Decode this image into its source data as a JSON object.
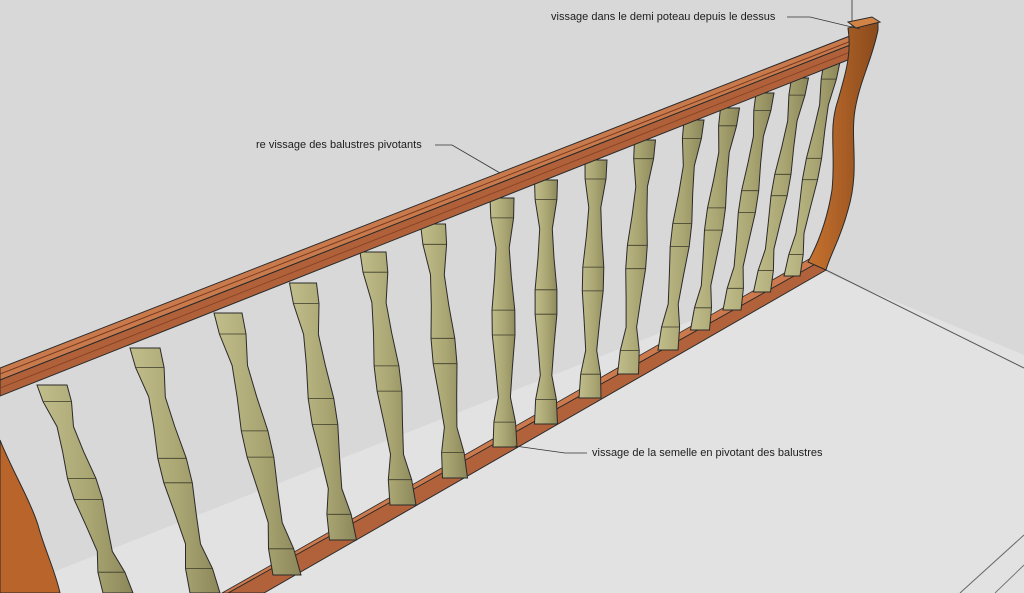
{
  "annotations": {
    "post_screw": "vissage dans le demi poteau depuis le dessus",
    "rail_screw": "re vissage des balustres pivotants",
    "sole_screw": "vissage de la semelle en pivotant des balustres"
  },
  "colors": {
    "background": "#dcdcdc",
    "wall": "#d6d6d6",
    "floor": "#e0e0e0",
    "wood_rail": "#b0613a",
    "wood_rail_top": "#c9764a",
    "wood_rail_dark": "#8a4526",
    "wood_post": "#b8642a",
    "wood_post_dark": "#7c3f16",
    "baluster": "#b1ad7a",
    "baluster_dark": "#8c875a",
    "outline": "#2a2a2a"
  }
}
